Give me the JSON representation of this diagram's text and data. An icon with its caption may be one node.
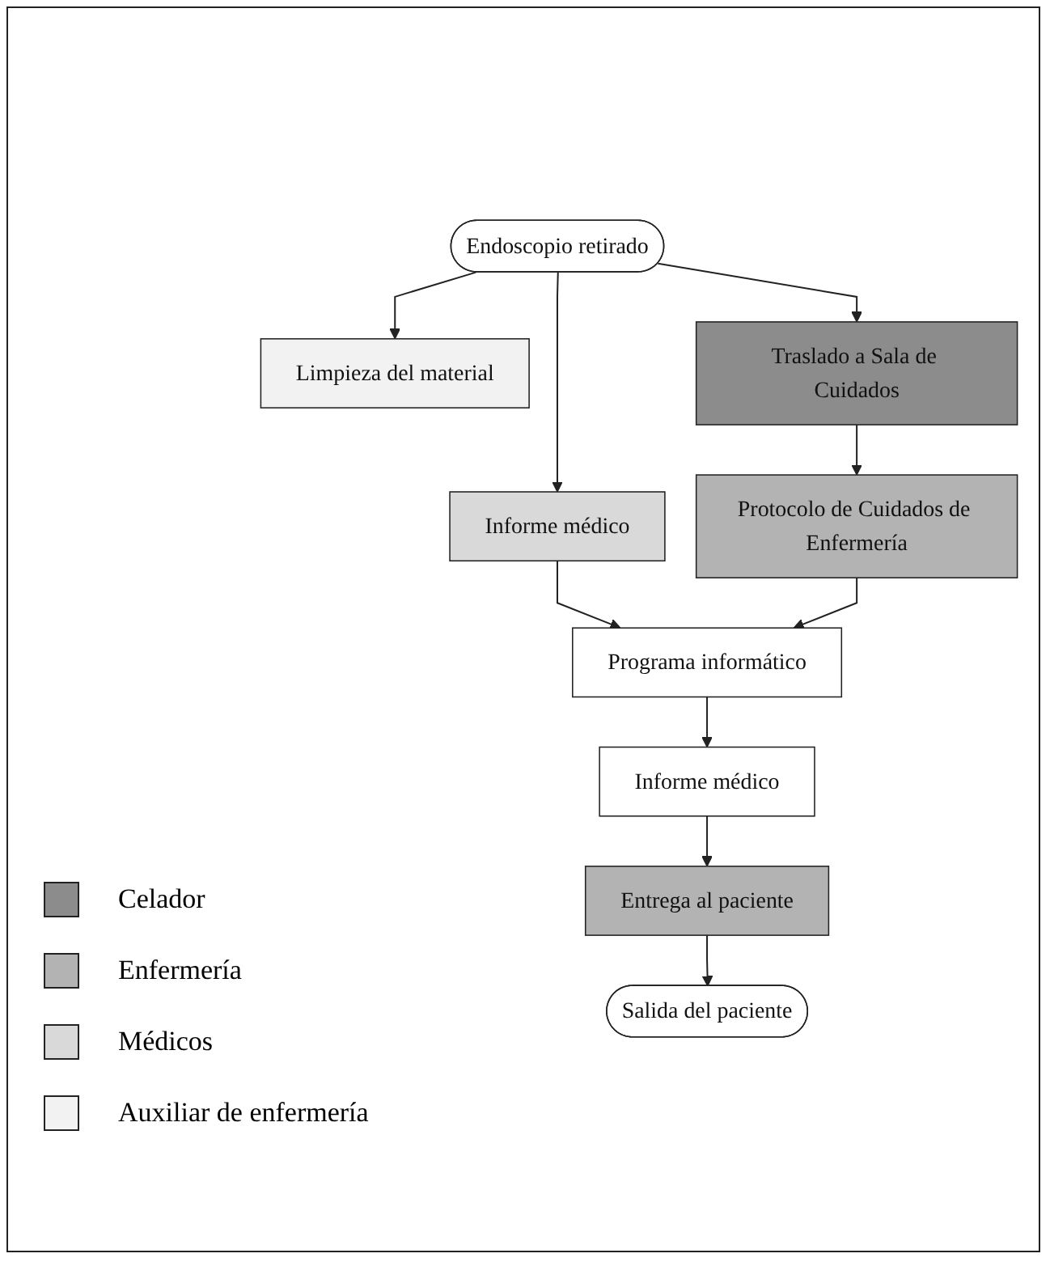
{
  "diagram": {
    "nodes": [
      {
        "text": [
          "Endoscopio retirado"
        ]
      },
      {
        "text": [
          "Limpieza del material"
        ]
      },
      {
        "text": [
          "Traslado a Sala de Cuidados"
        ]
      },
      {
        "text": [
          "Informe médico"
        ]
      },
      {
        "text": [
          "Protocolo de Cuidados de Enfermería"
        ]
      },
      {
        "text": [
          "Programa informático"
        ]
      },
      {
        "text": [
          "Informe médico"
        ]
      },
      {
        "text": [
          "Entrega al paciente"
        ]
      },
      {
        "text": [
          "Salida del paciente"
        ]
      }
    ],
    "edges": [
      {
        "from": 0,
        "to": 1,
        "arrow": "to"
      },
      {
        "from": 0,
        "to": 2,
        "arrow": "to"
      },
      {
        "from": 0,
        "to": 3,
        "arrow": "to"
      },
      {
        "from": 2,
        "to": 4,
        "arrow": "to"
      },
      {
        "from": 3,
        "to": 5,
        "arrow": "to"
      },
      {
        "from": 4,
        "to": 5,
        "arrow": "to"
      },
      {
        "from": 5,
        "to": 6,
        "arrow": "to"
      },
      {
        "from": 6,
        "to": 7,
        "arrow": "to"
      },
      {
        "from": 7,
        "to": 8,
        "arrow": "to"
      }
    ],
    "legend": [
      {
        "text": "Celador",
        "color": "#8c8c8c"
      },
      {
        "text": "Enfermería",
        "color": "#b3b3b3"
      },
      {
        "text": "Médicos",
        "color": "#d9d9d9"
      },
      {
        "text": "Auxiliar de enfermería",
        "color": "#f2f2f2"
      }
    ]
  }
}
